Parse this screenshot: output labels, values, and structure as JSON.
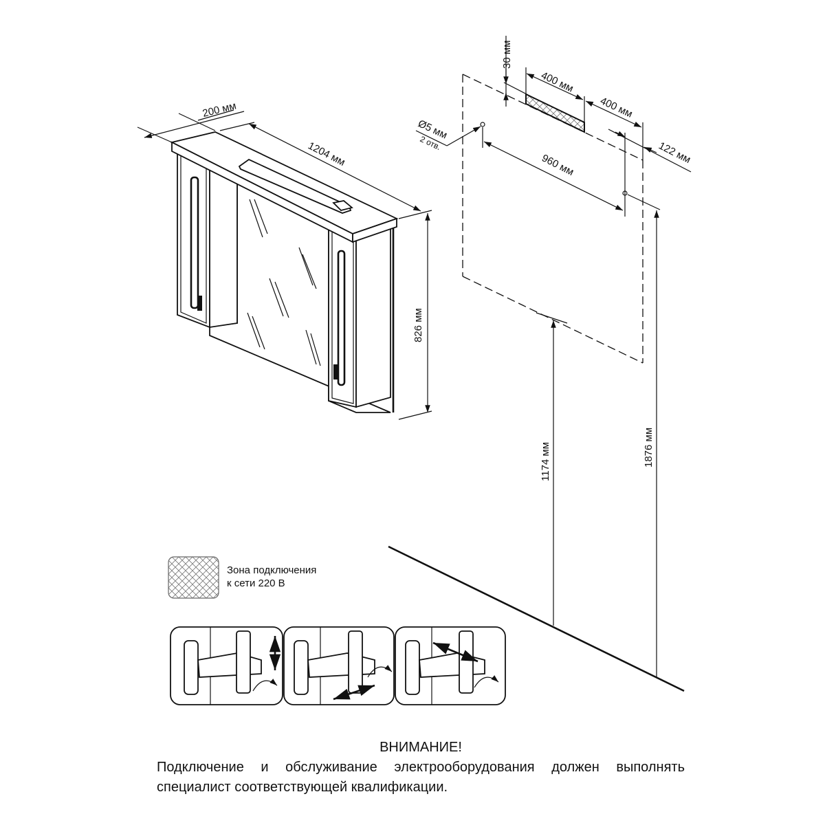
{
  "cabinet": {
    "depth_label": "200 мм",
    "width_label": "1204 мм",
    "height_label": "826 мм"
  },
  "wall": {
    "offset_top_label": "30 мм",
    "zone_width_label": "400 мм",
    "zone_offset_label": "400 мм",
    "side_offset_label": "122 мм",
    "hole_spacing_label": "960 мм",
    "hole_diameter_label": "Ø5 мм",
    "hole_count_label": "2 отв.",
    "hole_height_label": "1174 мм",
    "top_height_label": "1876 мм"
  },
  "legend": {
    "line1": "Зона подключения",
    "line2": "к сети 220 В"
  },
  "warning": {
    "title": "ВНИМАНИЕ!",
    "body": "Подключение и обслуживание электрооборудования должен выполнять специалист соответствующей квалификации."
  }
}
